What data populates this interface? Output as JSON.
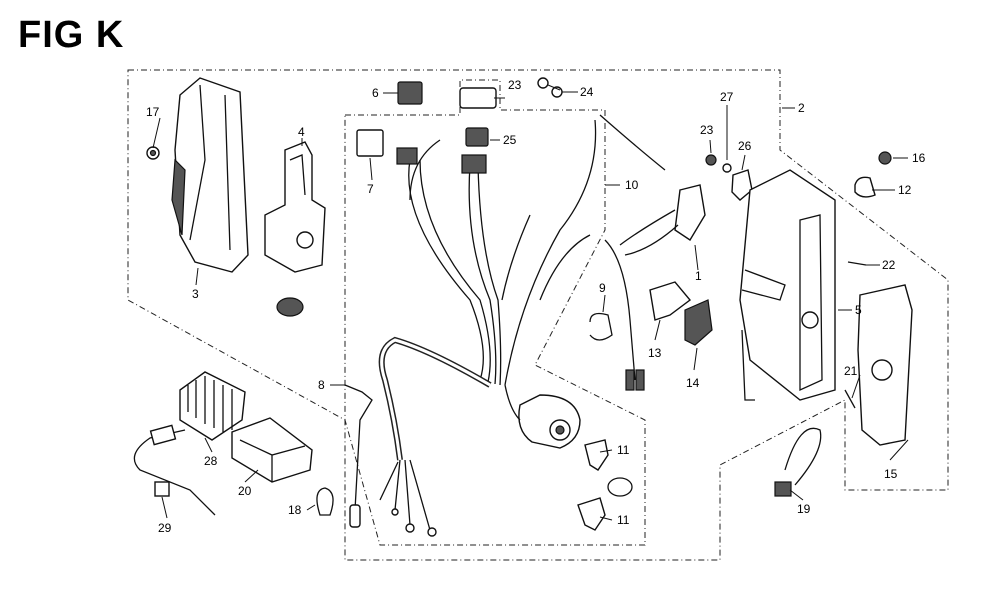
{
  "title": "FIG K",
  "callouts": [
    {
      "id": "c1",
      "text": "1"
    },
    {
      "id": "c2",
      "text": "2"
    },
    {
      "id": "c3",
      "text": "3"
    },
    {
      "id": "c4",
      "text": "4"
    },
    {
      "id": "c5",
      "text": "5"
    },
    {
      "id": "c6",
      "text": "6"
    },
    {
      "id": "c7",
      "text": "7"
    },
    {
      "id": "c8",
      "text": "8"
    },
    {
      "id": "c9",
      "text": "9"
    },
    {
      "id": "c10",
      "text": "10"
    },
    {
      "id": "c11a",
      "text": "11"
    },
    {
      "id": "c11b",
      "text": "11"
    },
    {
      "id": "c12",
      "text": "12"
    },
    {
      "id": "c13",
      "text": "13"
    },
    {
      "id": "c14",
      "text": "14"
    },
    {
      "id": "c15",
      "text": "15"
    },
    {
      "id": "c16",
      "text": "16"
    },
    {
      "id": "c17",
      "text": "17"
    },
    {
      "id": "c18",
      "text": "18"
    },
    {
      "id": "c19",
      "text": "19"
    },
    {
      "id": "c20",
      "text": "20"
    },
    {
      "id": "c21",
      "text": "21"
    },
    {
      "id": "c22",
      "text": "22"
    },
    {
      "id": "c23a",
      "text": "23"
    },
    {
      "id": "c23b",
      "text": "23"
    },
    {
      "id": "c24",
      "text": "24"
    },
    {
      "id": "c25",
      "text": "25"
    },
    {
      "id": "c26",
      "text": "26"
    },
    {
      "id": "c27",
      "text": "27"
    },
    {
      "id": "c28",
      "text": "28"
    },
    {
      "id": "c29",
      "text": "29"
    }
  ]
}
